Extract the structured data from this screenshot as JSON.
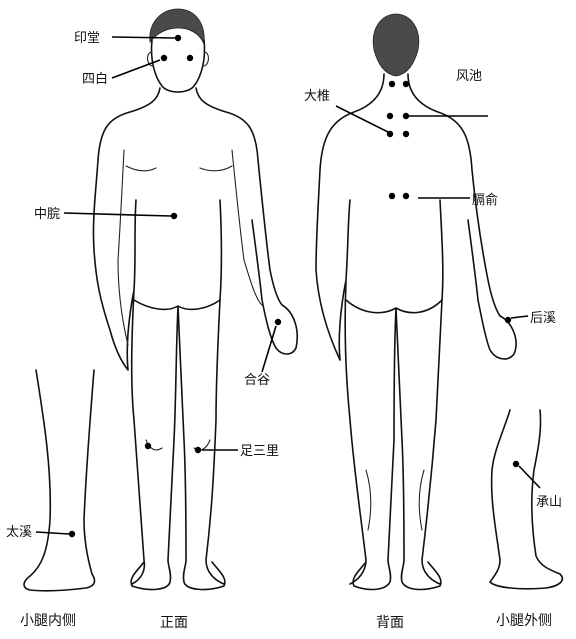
{
  "labels": {
    "yintang": "印堂",
    "sibai": "四白",
    "zhongwan": "中脘",
    "hegu": "合谷",
    "zusanli": "足三里",
    "dazhui": "大椎",
    "fengchi": "风池",
    "geshu": "膈俞",
    "houxi": "后溪",
    "chengshan": "承山",
    "taixi": "太溪"
  },
  "captions": {
    "calf_inner": "小腿内侧",
    "front": "正面",
    "back": "背面",
    "calf_outer": "小腿外侧"
  }
}
